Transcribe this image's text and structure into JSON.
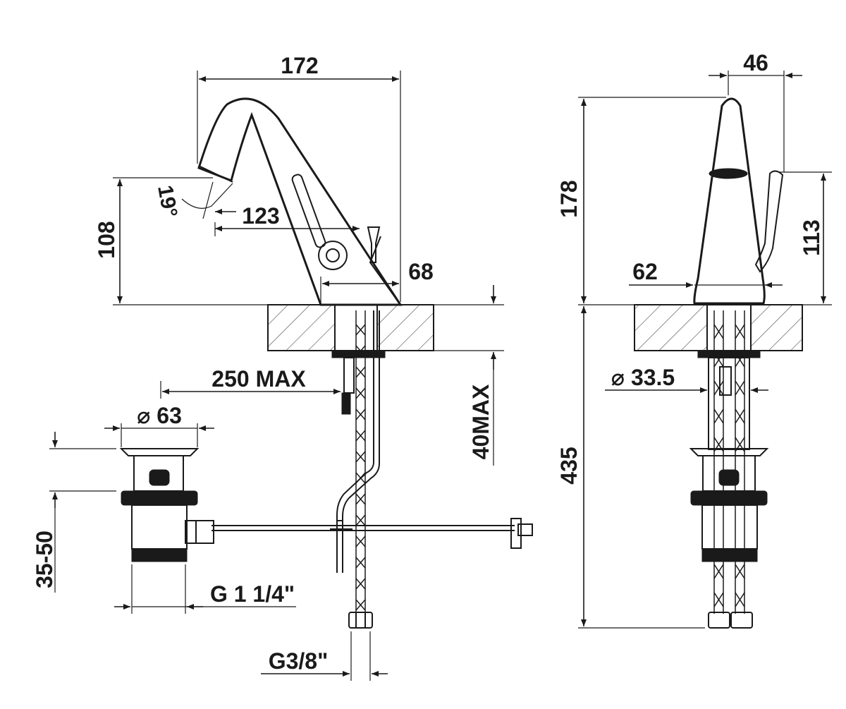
{
  "side_view": {
    "width_top": "172",
    "height": "108",
    "spout_angle": "19°",
    "spout_reach": "123",
    "base_width": "68",
    "deck_thickness": "40MAX",
    "popup_rod": "250 MAX",
    "waste_diameter": "⌀ 63",
    "waste_adjust": "35-50",
    "waste_thread": "G 1 1/4\"",
    "supply_thread": "G3/8\""
  },
  "front_view": {
    "top_width": "46",
    "height": "178",
    "lever_height": "113",
    "base_width": "62",
    "hole_diameter": "⌀ 33.5",
    "below_deck": "435"
  }
}
